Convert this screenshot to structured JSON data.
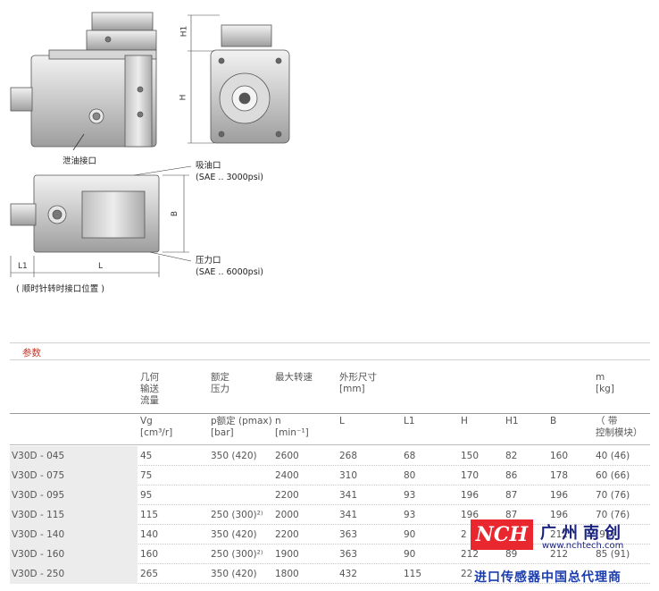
{
  "drawing": {
    "labels": {
      "drain_port": "泄油接口",
      "suction_port": "吸油口",
      "suction_spec": "(SAE .. 3000psi)",
      "pressure_port": "压力口",
      "pressure_spec": "(SAE .. 6000psi)",
      "clockwise_note": "( 顺时针转时接口位置 )"
    },
    "dimensions": {
      "h1": "H1",
      "h": "H",
      "b": "B",
      "l1": "L1",
      "l": "L"
    }
  },
  "section": {
    "title": "参数"
  },
  "table": {
    "header_top": {
      "displacement": "几何\n输送\n流量",
      "pressure": "额定\n压力",
      "speed": "最大转速",
      "dimensions": "外形尺寸\n[mm]",
      "mass": "m\n[kg]"
    },
    "header_sub": {
      "vg": "Vg\n[cm³/r]",
      "p": "p额定 (pmax)\n[bar]",
      "n": "n\n[min⁻¹]",
      "L": "L",
      "L1": "L1",
      "H": "H",
      "H1": "H1",
      "B": "B",
      "m": "（ 带\n控制模块）"
    },
    "rows": [
      {
        "model": "V30D - 045",
        "vg": "45",
        "p": "350 (420)",
        "n": "2600",
        "L": "268",
        "L1": "68",
        "H": "150",
        "H1": "82",
        "B": "160",
        "m": "40 (46)"
      },
      {
        "model": "V30D - 075",
        "vg": "75",
        "p": "",
        "n": "2400",
        "L": "310",
        "L1": "80",
        "H": "170",
        "H1": "86",
        "B": "178",
        "m": "60 (66)"
      },
      {
        "model": "V30D - 095",
        "vg": "95",
        "p": "",
        "n": "2200",
        "L": "341",
        "L1": "93",
        "H": "196",
        "H1": "87",
        "B": "196",
        "m": "70 (76)"
      },
      {
        "model": "V30D - 115",
        "vg": "115",
        "p": "250 (300)²⁾",
        "n": "2000",
        "L": "341",
        "L1": "93",
        "H": "196",
        "H1": "87",
        "B": "196",
        "m": "70 (76)"
      },
      {
        "model": "V30D - 140",
        "vg": "140",
        "p": "350 (420)",
        "n": "2200",
        "L": "363",
        "L1": "90",
        "H": "2",
        "H1": "",
        "B": "212",
        "m": "(91)"
      },
      {
        "model": "V30D - 160",
        "vg": "160",
        "p": "250 (300)²⁾",
        "n": "1900",
        "L": "363",
        "L1": "90",
        "H": "212",
        "H1": "89",
        "B": "212",
        "m": "85 (91)"
      },
      {
        "model": "V30D - 250",
        "vg": "265",
        "p": "350 (420)",
        "n": "1800",
        "L": "432",
        "L1": "115",
        "H": "22",
        "H1": "",
        "B": "",
        "m": ""
      }
    ]
  },
  "watermark": {
    "logo": "NCH",
    "company": "广州南创",
    "url": "www.nchtech.com",
    "slogan": "进口传感器中国总代理商"
  }
}
